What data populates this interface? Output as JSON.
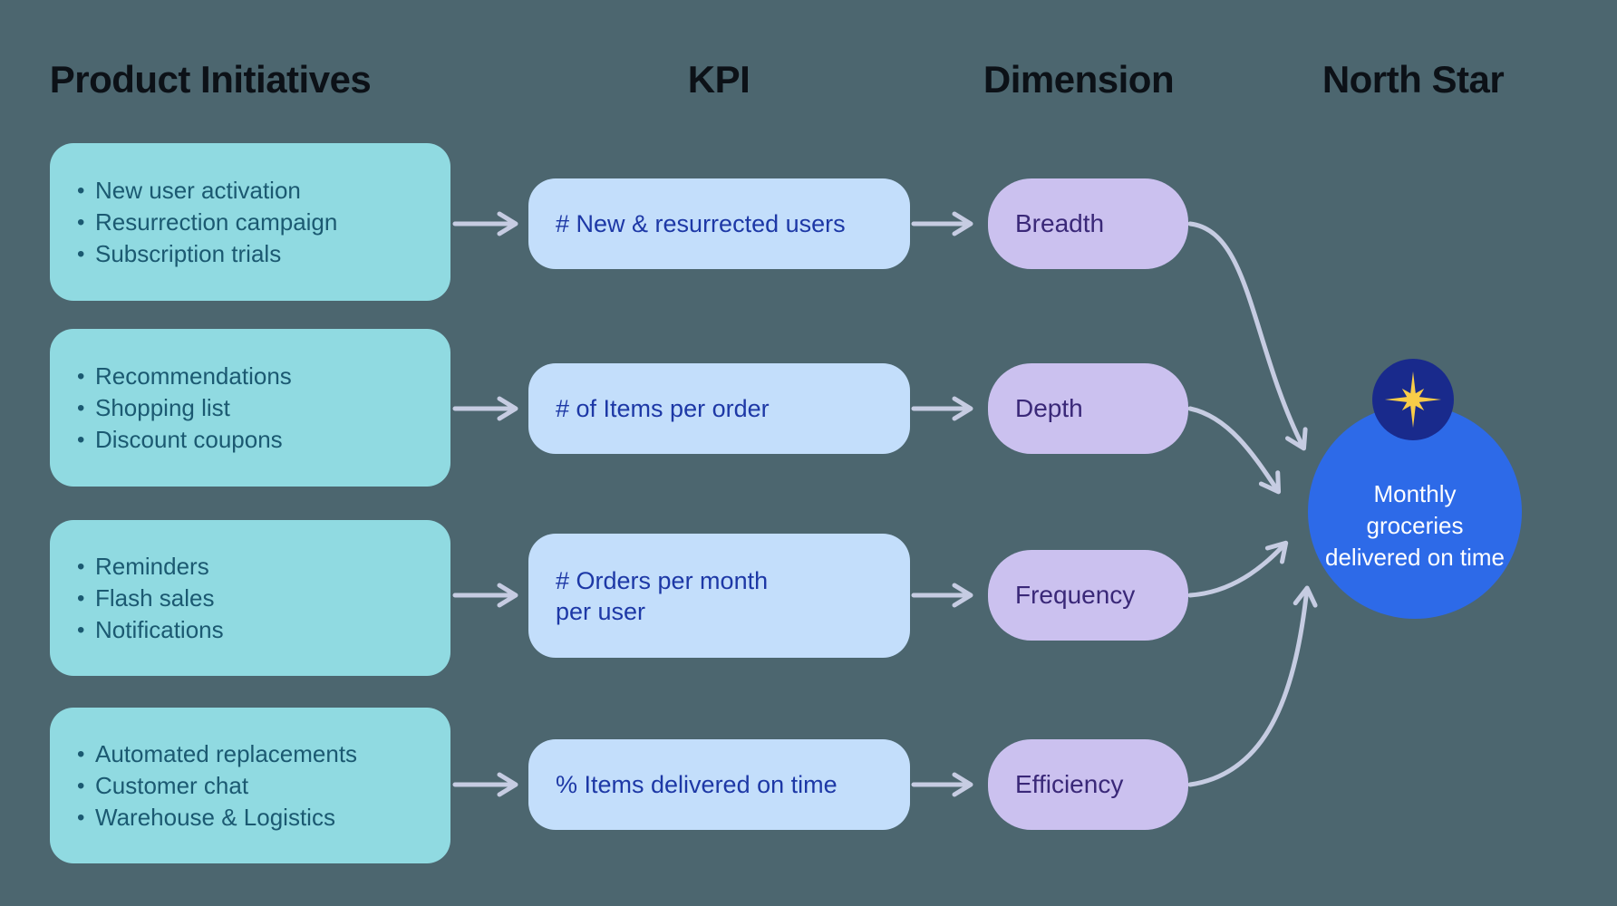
{
  "columns": {
    "initiatives": "Product Initiatives",
    "kpi": "KPI",
    "dimension": "Dimension",
    "north_star": "North Star"
  },
  "rows": [
    {
      "initiatives": [
        "New user activation",
        "Resurrection campaign",
        "Subscription trials"
      ],
      "kpi": "# New & resurrected users",
      "dimension": "Breadth"
    },
    {
      "initiatives": [
        "Recommendations",
        "Shopping list",
        "Discount coupons"
      ],
      "kpi": "# of Items per order",
      "dimension": "Depth"
    },
    {
      "initiatives": [
        "Reminders",
        "Flash sales",
        "Notifications"
      ],
      "kpi": "# Orders per month per user",
      "dimension": "Frequency"
    },
    {
      "initiatives": [
        "Automated replacements",
        "Customer chat",
        "Warehouse & Logistics"
      ],
      "kpi": "% Items delivered on time",
      "dimension": "Efficiency"
    }
  ],
  "north_star": {
    "label": "Monthly groceries delivered on time",
    "icon": "north-star-icon"
  },
  "colors": {
    "background": "#4C666F",
    "initiative_box": "#90DAE1",
    "initiative_text": "#1B5971",
    "kpi_box": "#C3DEFB",
    "kpi_text": "#1D38A6",
    "dimension_box": "#CBC1EF",
    "dimension_text": "#3A2878",
    "arrow": "#C6CCE2",
    "north_star_circle": "#2D6AE8",
    "north_star_badge": "#192A8C",
    "north_star_star": "#F8CC48",
    "north_star_text": "#FFFFFF",
    "header_text": "#0C1117"
  }
}
